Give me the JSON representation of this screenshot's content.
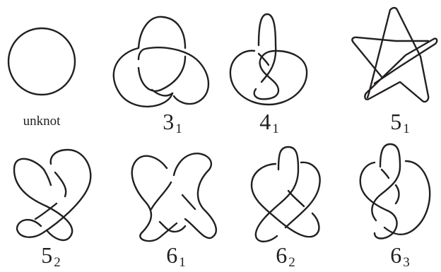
{
  "figure": {
    "knots": [
      {
        "id": "unknot",
        "name": "unknot",
        "crossings": "",
        "index": ""
      },
      {
        "id": "3_1",
        "name": "",
        "crossings": "3",
        "index": "1"
      },
      {
        "id": "4_1",
        "name": "",
        "crossings": "4",
        "index": "1"
      },
      {
        "id": "5_1",
        "name": "",
        "crossings": "5",
        "index": "1"
      },
      {
        "id": "5_2",
        "name": "",
        "crossings": "5",
        "index": "2"
      },
      {
        "id": "6_1",
        "name": "",
        "crossings": "6",
        "index": "1"
      },
      {
        "id": "6_2",
        "name": "",
        "crossings": "6",
        "index": "2"
      },
      {
        "id": "6_3",
        "name": "",
        "crossings": "6",
        "index": "3"
      }
    ],
    "line_color": "#231f20",
    "background_color": "#ffffff"
  }
}
